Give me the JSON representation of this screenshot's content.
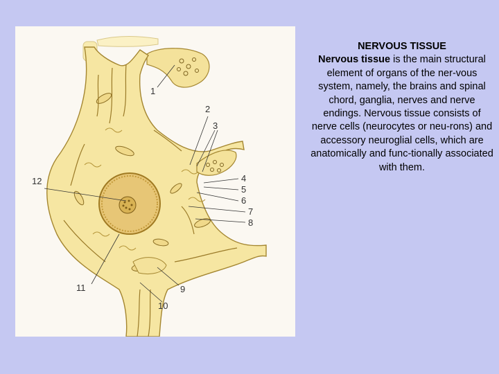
{
  "title": "NERVOUS TISSUE",
  "lead_term": "Nervous tissue",
  "body_text": " is the main structural element of organs of the ner-vous system, namely, the brains and spinal chord, ganglia, nerves and nerve endings. Nervous tissue consists of nerve cells (neurocytes or neu-rons) and accessory neuroglial cells, which are anatomically and func-tionally associated with them.",
  "diagram_labels": [
    "1",
    "2",
    "3",
    "4",
    "5",
    "6",
    "7",
    "8",
    "9",
    "10",
    "11",
    "12"
  ],
  "colors": {
    "background": "#c5c8f2",
    "cytoplasm": "#f6e6a2",
    "outline": "#a48630",
    "nucleus": "#e7c676"
  }
}
